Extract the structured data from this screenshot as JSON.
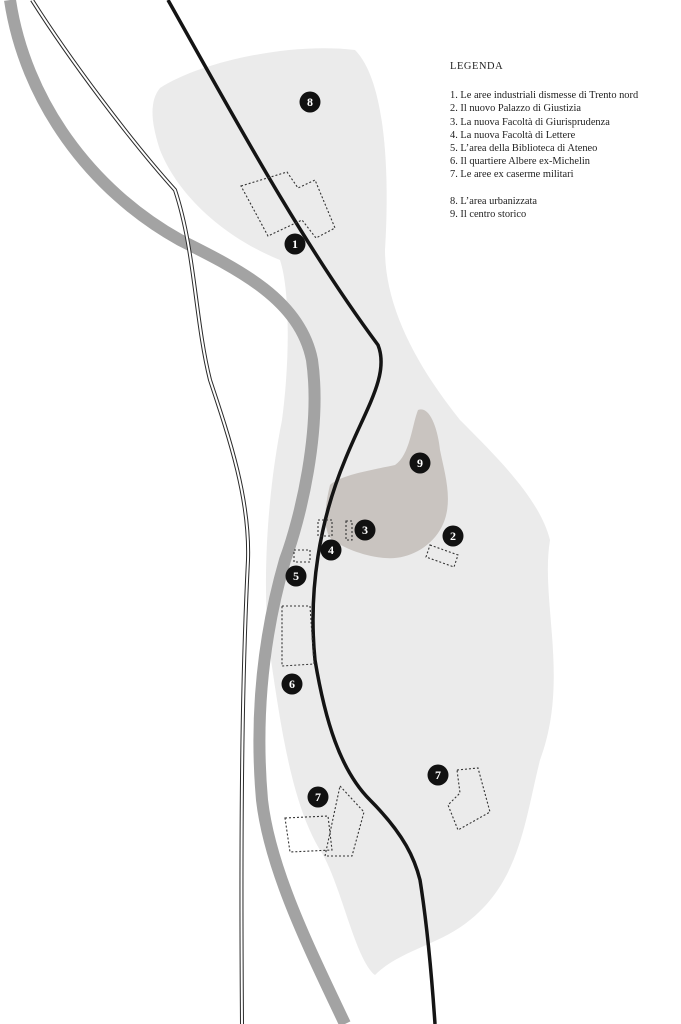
{
  "legend": {
    "title": "LEGENDA",
    "items": [
      "1. Le aree industriali dismesse di Trento nord",
      "2. Il nuovo Palazzo di Giustizia",
      "3. La nuova Facoltà di Giurisprudenza",
      "4. La nuova Facoltà di Lettere",
      "5. L’area della Biblioteca di Ateneo",
      "6. Il quartiere Albere ex-Michelin",
      "7. Le aree ex caserme militari"
    ],
    "items2": [
      "8. L’area urbanizzata",
      "9. Il centro storico"
    ]
  },
  "markers": [
    "8",
    "1",
    "9",
    "3",
    "2",
    "4",
    "5",
    "6",
    "7",
    "7"
  ],
  "colors": {
    "urban_area": "#ebebeb",
    "historic_center": "#c9c4c0",
    "river": "#a3a3a3",
    "railway": "#141414",
    "marker": "#111111"
  }
}
